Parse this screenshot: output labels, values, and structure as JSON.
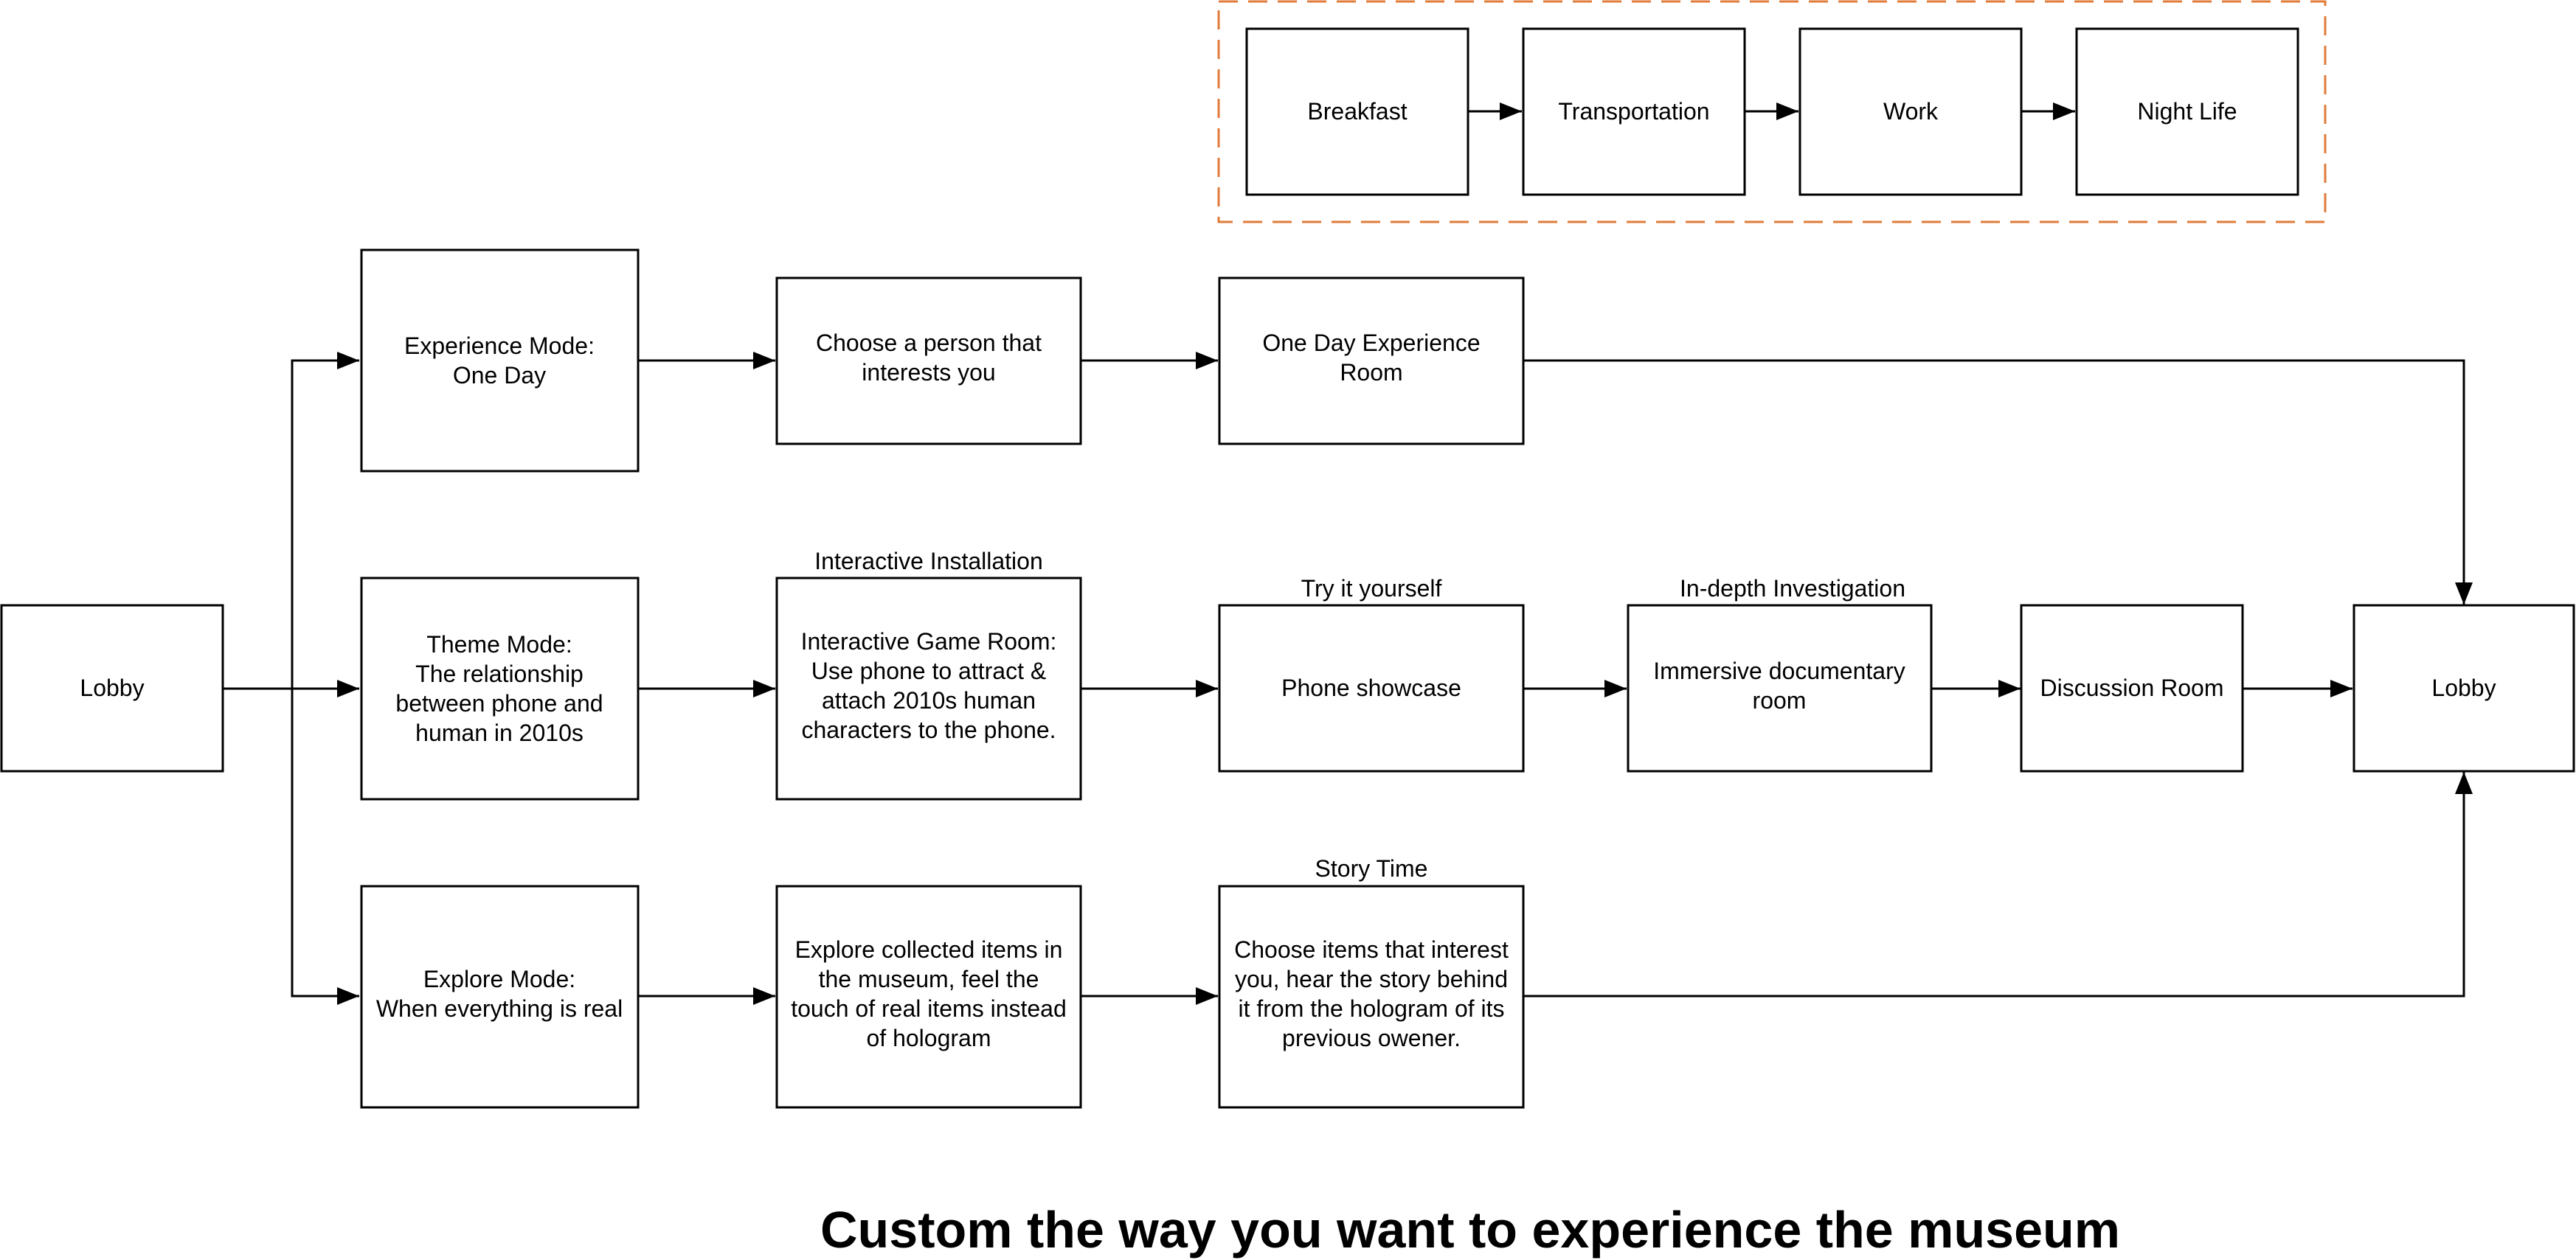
{
  "title": "Custom the way you want to experience the museum",
  "colors": {
    "line": "#000000",
    "group_border": "#e07b39",
    "background": "#ffffff"
  },
  "nodes": {
    "lobby_start": [
      "Lobby"
    ],
    "experience_mode": [
      "Experience Mode:",
      "One Day"
    ],
    "theme_mode": [
      "Theme Mode:",
      "The relationship",
      "between phone and",
      "human in 2010s"
    ],
    "explore_mode": [
      "Explore Mode:",
      "When everything is real"
    ],
    "choose_person": [
      "Choose a person that",
      "interests you"
    ],
    "game_room": [
      "Interactive Game Room:",
      "Use phone to attract &",
      "attach 2010s human",
      "characters to the phone."
    ],
    "explore_items": [
      "Explore collected items in",
      "the museum, feel the",
      "touch of real items instead",
      "of hologram"
    ],
    "one_day_room": [
      "One Day Experience",
      "Room"
    ],
    "phone_showcase": [
      "Phone showcase"
    ],
    "story_items": [
      "Choose items that interest",
      "you, hear the story behind",
      "it from the hologram of its",
      "previous owener."
    ],
    "documentary_room": [
      "Immersive documentary",
      "room"
    ],
    "discussion_room": [
      "Discussion Room"
    ],
    "lobby_end": [
      "Lobby"
    ],
    "breakfast": [
      "Breakfast"
    ],
    "transportation": [
      "Transportation"
    ],
    "work": [
      "Work"
    ],
    "night_life": [
      "Night Life"
    ]
  },
  "captions": {
    "interactive_installation": "Interactive Installation",
    "try_it_yourself": "Try it yourself",
    "in_depth_investigation": "In-depth Investigation",
    "story_time": "Story Time"
  }
}
